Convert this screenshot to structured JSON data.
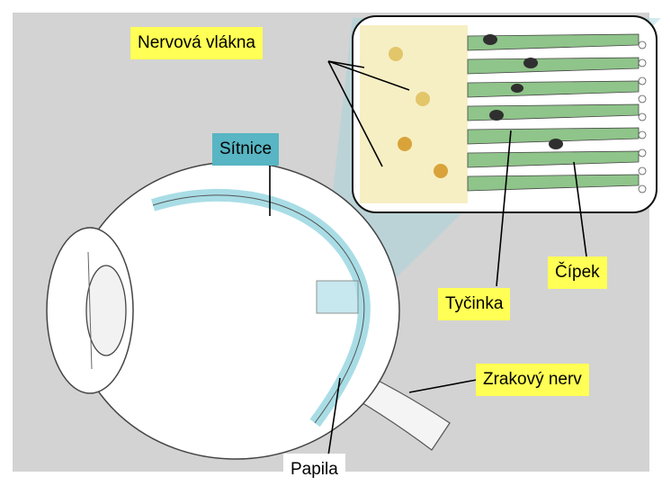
{
  "labels": {
    "nerve_fibers": "Nervová vlákna",
    "retina": "Sítnice",
    "cone": "Čípek",
    "rod": "Tyčinka",
    "optic_nerve": "Zrakový nerv",
    "papilla": "Papila"
  },
  "colors": {
    "background": "#d3d3d3",
    "label_yellow": "#ffff55",
    "label_teal": "#58b5c3",
    "retina_blue": "#a9dde6",
    "receptor_green": "#8fc48a",
    "nerve_yellow": "#f3eab0"
  }
}
